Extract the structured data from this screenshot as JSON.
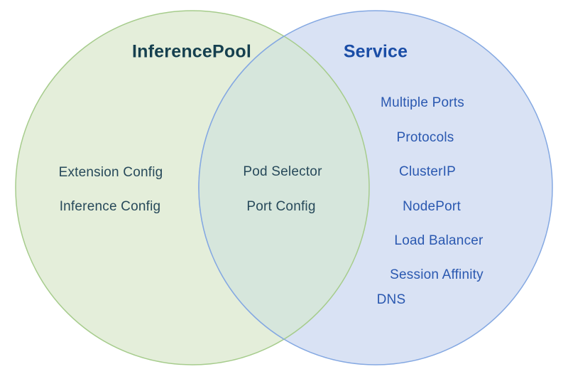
{
  "venn": {
    "left": {
      "label": "InferencePool",
      "items": [
        "Extension Config",
        "Inference Config"
      ],
      "fill": "#e4eeda",
      "border": "#a6cc8c",
      "label_color": "#16404f",
      "item_color": "#27495a"
    },
    "right": {
      "label": "Service",
      "items": [
        "Multiple Ports",
        "Protocols",
        "ClusterIP",
        "NodePort",
        "Load Balancer",
        "Session Affinity",
        "DNS"
      ],
      "fill": "#d9e2f4",
      "border": "#84a8e2",
      "label_color": "#1a4da6",
      "item_color": "#2a58b0"
    },
    "intersection": {
      "items": [
        "Pod Selector",
        "Port Config"
      ],
      "fill": "#d6e6dc",
      "item_color": "#27495a"
    }
  }
}
